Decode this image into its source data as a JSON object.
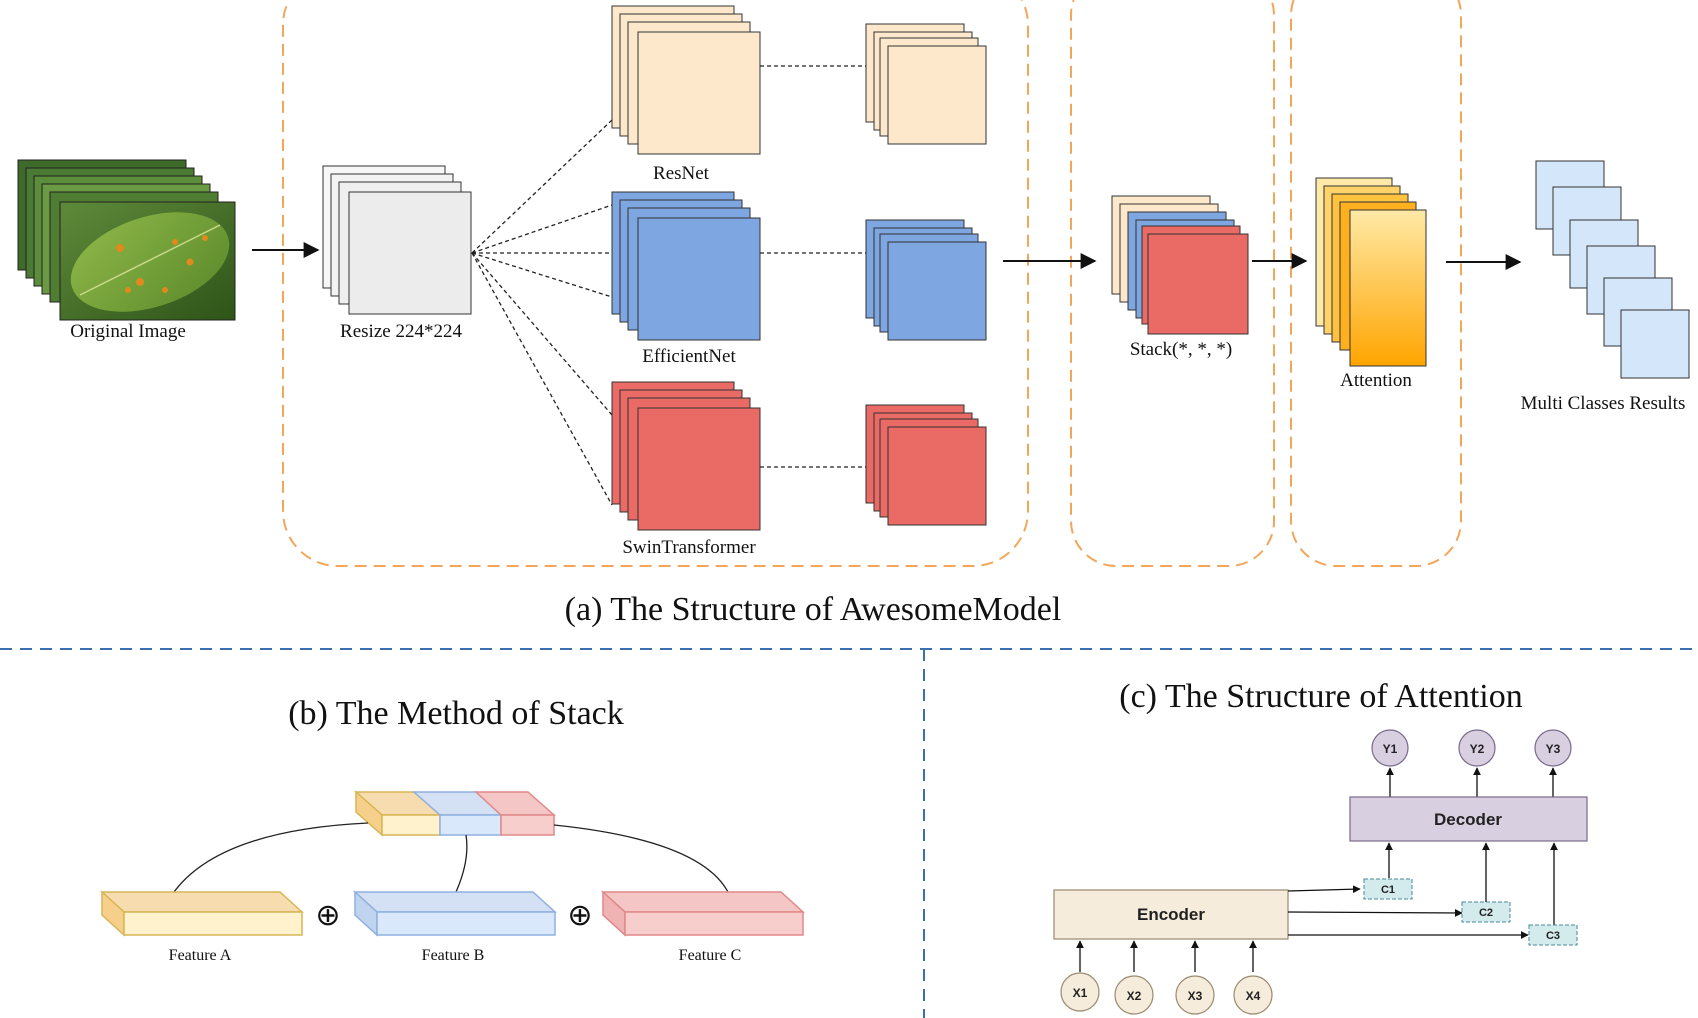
{
  "panel_a": {
    "caption": "(a) The Structure of AwesomeModel",
    "original_image_label": "Original Image",
    "resize_label": "Resize 224*224",
    "backbones": [
      "ResNet",
      "EfficientNet",
      "SwinTransformer"
    ],
    "stack_label": "Stack(*, *, *)",
    "attention_label": "Attention",
    "results_label": "Multi Classes Results"
  },
  "panel_b": {
    "caption": "(b) The Method of Stack",
    "features": [
      "Feature A",
      "Feature B",
      "Feature C"
    ],
    "op_symbol": "⊕"
  },
  "panel_c": {
    "caption": "(c) The Structure of Attention",
    "encoder_label": "Encoder",
    "decoder_label": "Decoder",
    "inputs": [
      "X1",
      "X2",
      "X3",
      "X4"
    ],
    "contexts": [
      "C1",
      "C2",
      "C3"
    ],
    "outputs": [
      "Y1",
      "Y2",
      "Y3"
    ]
  },
  "colors": {
    "resnet": "#fde8cc",
    "efficientnet": "#7ea6e0",
    "swin": "#ea6b66",
    "resize": "#ececec",
    "attention": "#ffa500",
    "results": "#d4e6fa",
    "dashed_orange": "#f2a65a",
    "dashed_blue": "#3b6fb0",
    "encoder": "#f6ecdc",
    "decoder": "#d8cfe0",
    "node": "#f6ecdc",
    "output_node": "#d8cfe0",
    "context": "#d4ebee"
  }
}
